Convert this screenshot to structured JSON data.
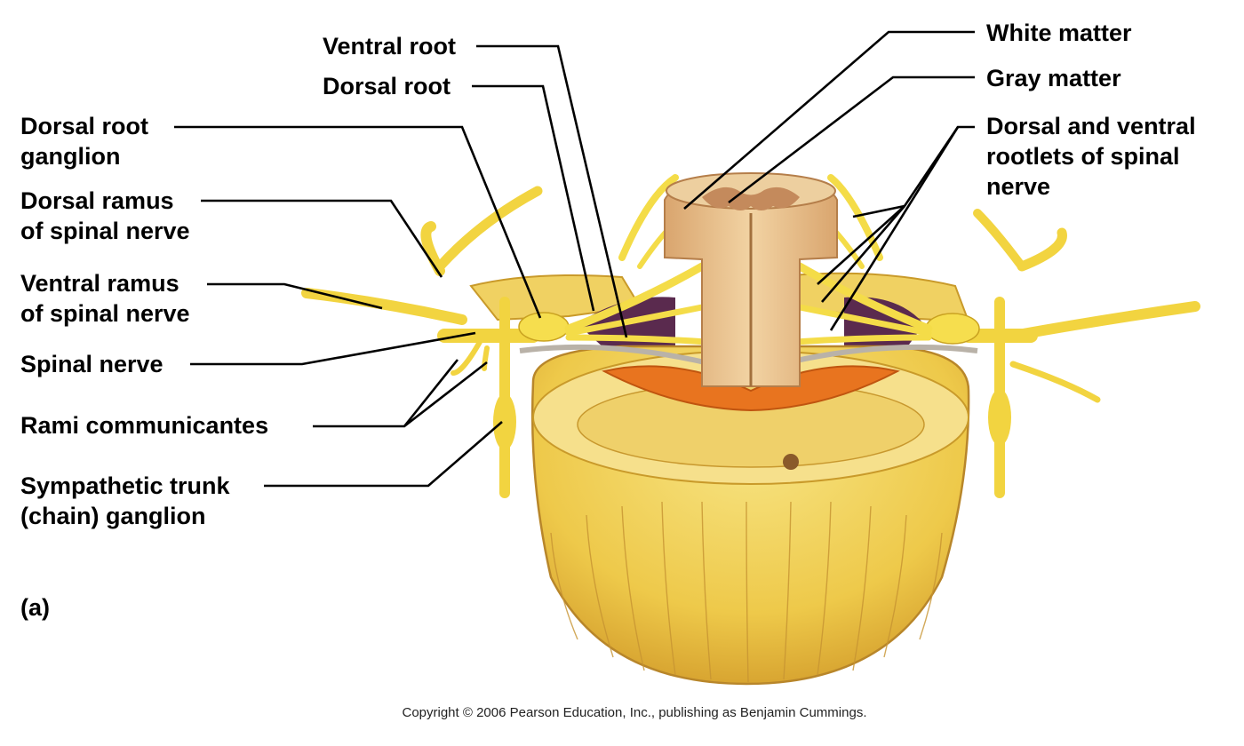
{
  "labels": {
    "ventral_root": "Ventral root",
    "dorsal_root": "Dorsal root",
    "dorsal_root_ganglion": [
      "Dorsal root",
      "ganglion"
    ],
    "dorsal_ramus": [
      "Dorsal ramus",
      "of spinal nerve"
    ],
    "ventral_ramus": [
      "Ventral ramus",
      "of spinal nerve"
    ],
    "spinal_nerve": "Spinal nerve",
    "rami_communicantes": "Rami communicantes",
    "sympathetic_trunk": [
      "Sympathetic trunk",
      "(chain) ganglion"
    ],
    "white_matter": "White matter",
    "gray_matter": "Gray matter",
    "dorsal_ventral_rootlets": [
      "Dorsal and ventral",
      "rootlets of spinal",
      "nerve"
    ]
  },
  "panel_label": "(a)",
  "copyright": "Copyright © 2006 Pearson Education, Inc., publishing as Benjamin Cummings.",
  "colors": {
    "vertebra": "#f2d04e",
    "vertebra_dark": "#d9a82a",
    "nerve": "#f7e04a",
    "cord": "#e9c08a",
    "gray_matter": "#c48a5c",
    "fat_orange": "#e8741f",
    "cavity": "#5a2a4e",
    "leader": "#000000"
  }
}
